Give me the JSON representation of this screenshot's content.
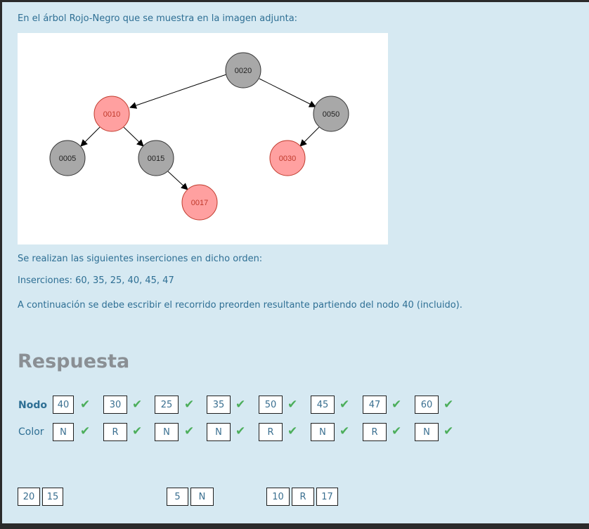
{
  "question": {
    "intro": "En el árbol Rojo-Negro que se muestra en la imagen adjunta:",
    "line1": "Se realizan las siguientes inserciones en dicho orden:",
    "line2": "Inserciones: 60, 35, 25, 40, 45, 47",
    "line3": "A continuación se debe escribir el recorrido preorden resultante partiendo del nodo 40 (incluido)."
  },
  "tree": {
    "nodes": [
      {
        "label": "0020",
        "color": "black"
      },
      {
        "label": "0010",
        "color": "red"
      },
      {
        "label": "0050",
        "color": "black"
      },
      {
        "label": "0005",
        "color": "black"
      },
      {
        "label": "0015",
        "color": "black"
      },
      {
        "label": "0030",
        "color": "red"
      },
      {
        "label": "0017",
        "color": "red"
      }
    ],
    "colors": {
      "black_fill": "#a8a8a8",
      "red_fill": "#ffa0a0",
      "red_text": "#c0392b"
    }
  },
  "answer": {
    "heading": "Respuesta",
    "nodo_label": "Nodo",
    "color_label": "Color",
    "nodos": [
      "40",
      "30",
      "25",
      "35",
      "50",
      "45",
      "47",
      "60"
    ],
    "colores": [
      "N",
      "R",
      "N",
      "N",
      "R",
      "N",
      "R",
      "N"
    ],
    "check_icon": "check-icon",
    "check_color": "#4cae5b"
  },
  "extra_boxes": [
    "20",
    "15",
    "5",
    "N",
    "10",
    "R",
    "17"
  ]
}
